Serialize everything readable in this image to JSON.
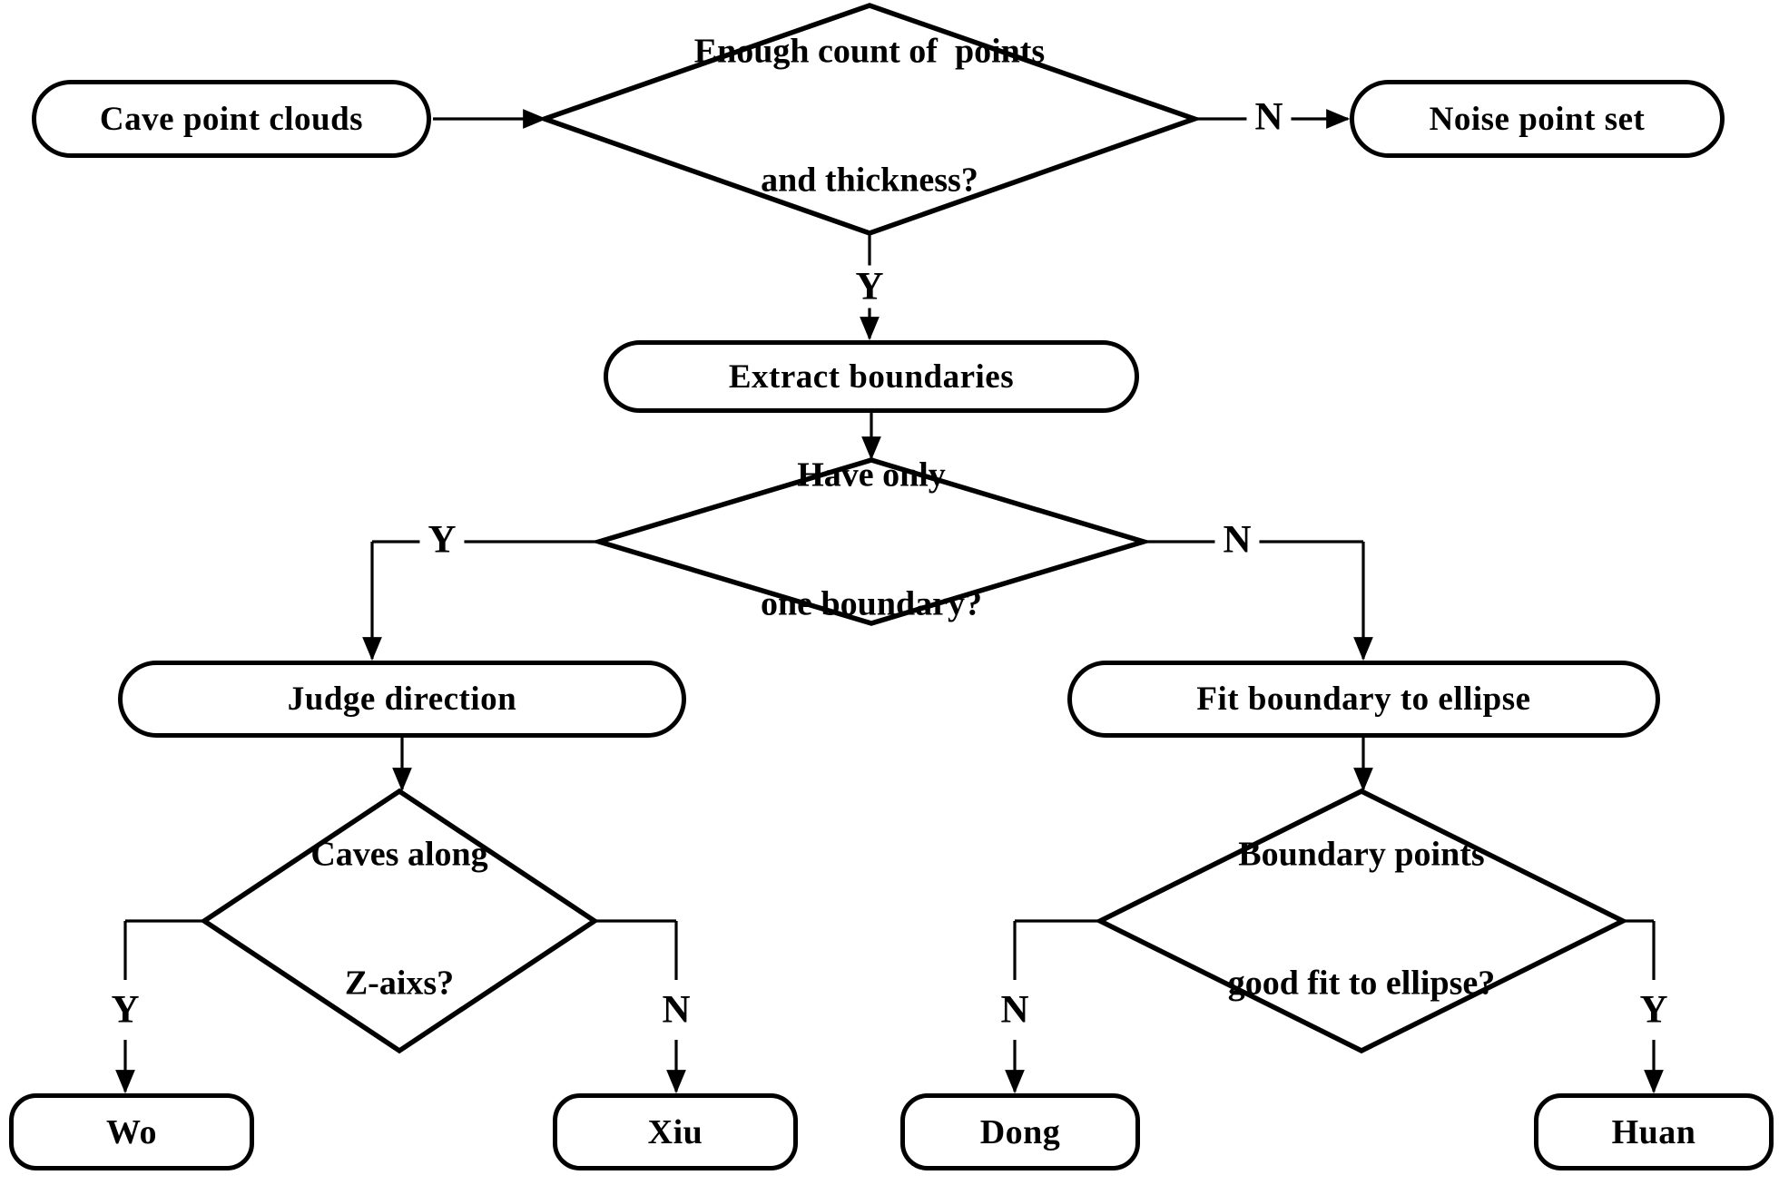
{
  "palette": {
    "ink": "#000000",
    "paper": "#ffffff"
  },
  "nodes": {
    "cave": "Cave point clouds",
    "noise": "Noise point set",
    "extract": "Extract boundaries",
    "judge": "Judge direction",
    "fit": "Fit boundary to ellipse",
    "wo": "Wo",
    "xiu": "Xiu",
    "dong": "Dong",
    "huan": "Huan"
  },
  "decisions": {
    "enough": {
      "line1": "Enough count of  points",
      "line2": "and thickness?"
    },
    "oneBoundary": {
      "line1": "Have only",
      "line2": "one boundary?"
    },
    "zaxis": {
      "line1": "Caves along",
      "line2": "Z-aixs?"
    },
    "goodfit": {
      "line1": "Boundary points",
      "line2": "good fit to ellipse?"
    }
  },
  "edgeLabels": {
    "enough_yes": "Y",
    "enough_no": "N",
    "one_yes": "Y",
    "one_no": "N",
    "z_yes": "Y",
    "z_no": "N",
    "fit_no": "N",
    "fit_yes": "Y"
  }
}
